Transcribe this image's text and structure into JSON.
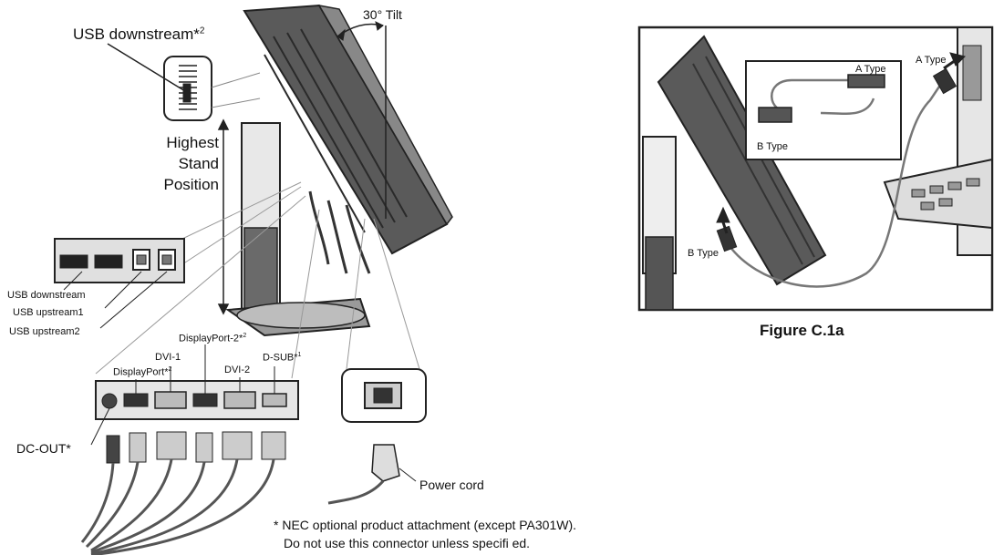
{
  "left_diagram": {
    "usb_downstream_top": "USB downstream*",
    "usb_downstream_top_sup": "2",
    "tilt": "30° Tilt",
    "highest_stand_line1": "Highest",
    "highest_stand_line2": "Stand",
    "highest_stand_line3": "Position",
    "usb_downstream": "USB downstream",
    "usb_upstream1": "USB upstream1",
    "usb_upstream2": "USB upstream2",
    "displayport2": "DisplayPort-2*",
    "displayport2_sup": "2",
    "dvi1": "DVI-1",
    "displayport1": "DisplayPort*",
    "displayport1_sup": "2",
    "dvi2": "DVI-2",
    "dsub": "D-SUB*",
    "dsub_sup": "1",
    "dc_out": "DC-OUT*",
    "power_cord": "Power cord",
    "footnote_line1": "* NEC optional product attachment (except PA301W).",
    "footnote_line2": "Do not use this connector unless specifi ed."
  },
  "figure_c1a": {
    "a_type_inset": "A Type",
    "a_type_computer": "A Type",
    "b_type_inset": "B Type",
    "b_type_monitor": "B Type",
    "caption": "Figure C.1a"
  }
}
